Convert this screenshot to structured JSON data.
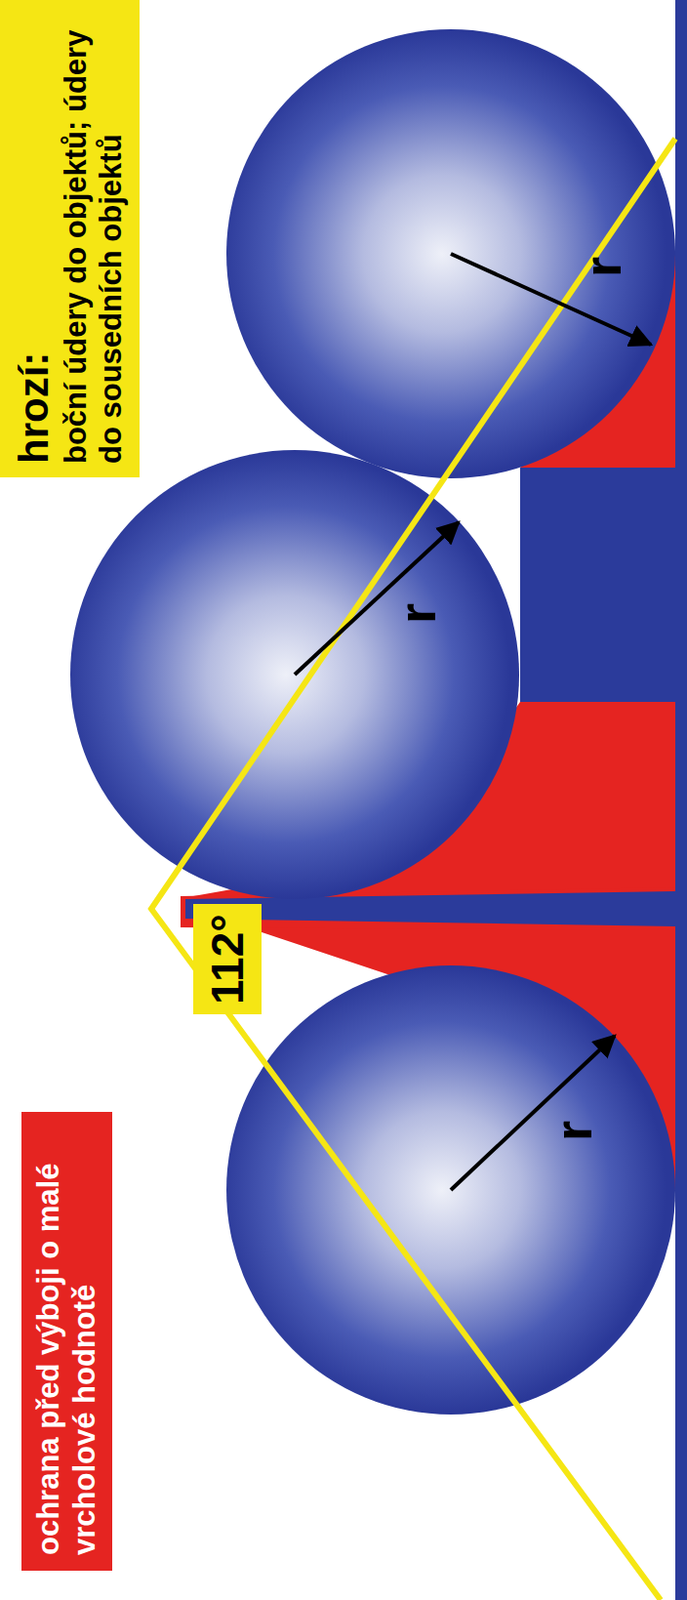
{
  "diagram": {
    "nodes": [
      {
        "text": [
          "ochrana před výboji o malé vrcholové hodnotě"
        ]
      },
      {
        "text": [
          "112°"
        ]
      },
      {
        "text": [
          "hrozí:",
          "boční údery do objektů; údery do sousedních objektů"
        ]
      }
    ],
    "labels": [
      "r",
      "r",
      "r"
    ]
  }
}
